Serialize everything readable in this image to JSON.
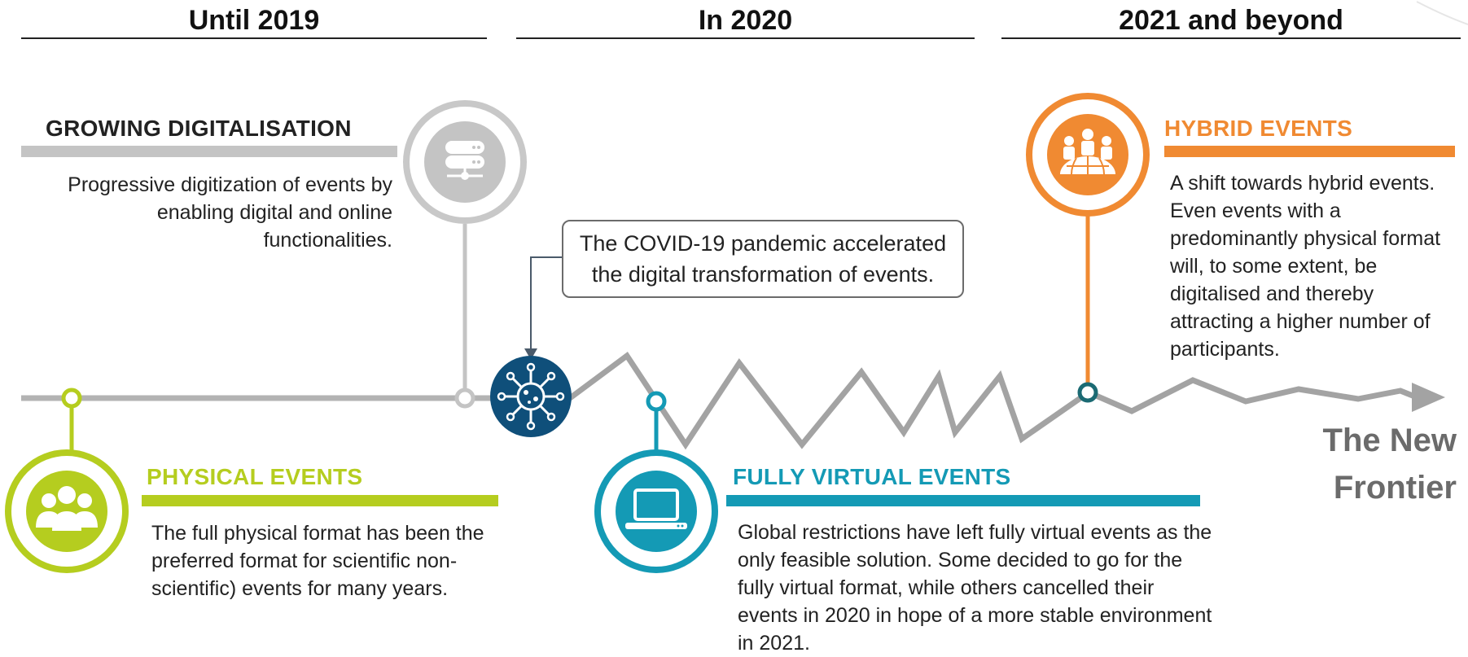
{
  "periods": {
    "until_2019": "Until 2019",
    "in_2020": "In 2020",
    "beyond_2021": "2021 and beyond"
  },
  "growing": {
    "title": "GROWING DIGITALISATION",
    "description": "Progressive digitization of events by enabling digital and online functionalities."
  },
  "physical": {
    "title": "PHYSICAL EVENTS",
    "description": "The full physical format has been the preferred format for scientific non-scientific) events for many years."
  },
  "covid_callout": "The COVID-19 pandemic accelerated the digital transformation of events.",
  "virtual": {
    "title": "FULLY VIRTUAL EVENTS",
    "description": "Global restrictions have left fully virtual events as the only feasible solution. Some decided to go for the fully virtual format, while others cancelled their events in 2020 in hope of a more stable environment in 2021."
  },
  "hybrid": {
    "title": "HYBRID EVENTS",
    "description": "A shift towards hybrid events. Even events with a predominantly physical format will, to some extent, be digitalised and thereby attracting a higher number of participants."
  },
  "frontier": {
    "line1": "The New",
    "line2": "Frontier"
  },
  "icons": {
    "growing": "server-icon",
    "physical": "people-group-icon",
    "covid": "virus-icon",
    "virtual": "laptop-icon",
    "hybrid": "globe-meeting-icon"
  },
  "colors": {
    "gray": "#b3b3b3",
    "dark_gray": "#9b9b9b",
    "lime": "#b5cd1f",
    "teal": "#149ab5",
    "navy": "#0f4f7a",
    "orange": "#f08a32",
    "dark_teal": "#1b6a73"
  }
}
